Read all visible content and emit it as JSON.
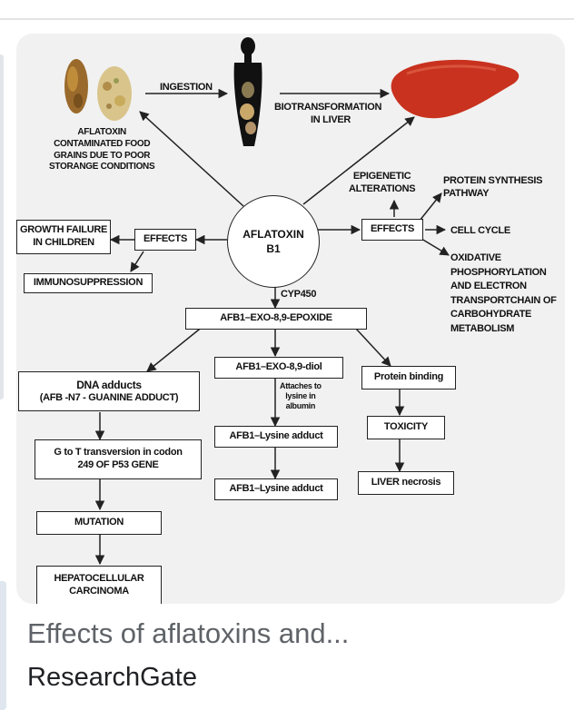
{
  "diagram": {
    "hub": {
      "line1": "AFLATOXIN",
      "line2": "B1"
    },
    "ingestion": "INGESTION",
    "biotransformation": [
      "BIOTRANSFORMATION",
      "IN LIVER"
    ],
    "contaminated_food": [
      "AFLATOXIN",
      "CONTAMINATED FOOD",
      "GRAINS DUE TO POOR",
      "STORANGE CONDITIONS"
    ],
    "epigenetic": [
      "EPIGENETIC",
      "ALTERATIONS"
    ],
    "protein_synthesis": [
      "PROTEIN SYNTHESIS",
      "PATHWAY"
    ],
    "cell_cycle": "CELL CYCLE",
    "oxidative": [
      "OXIDATIVE",
      "PHOSPHORYLATION",
      "AND ELECTRON",
      "TRANSPORTCHAIN OF",
      "CARBOHYDRATE",
      "METABOLISM"
    ],
    "effects_right": "EFFECTS",
    "effects_left": "EFFECTS",
    "growth_failure": [
      "GROWTH FAILURE",
      "IN CHILDREN"
    ],
    "immunosuppression": "IMMUNOSUPPRESSION",
    "cyp450": "CYP450",
    "epoxide": "AFB1–EXO-8,9-EPOXIDE",
    "dna_adducts": [
      "DNA adducts",
      "(AFB -N7 - GUANINE ADDUCT)"
    ],
    "diol": "AFB1–EXO-8,9-diol",
    "attaches": [
      "Attaches to",
      "lysine in",
      "albumin"
    ],
    "lysine_adduct_1": "AFB1–Lysine adduct",
    "lysine_adduct_2": "AFB1–Lysine adduct",
    "protein_binding": "Protein binding",
    "toxicity": "TOXICITY",
    "liver_necrosis": "LIVER necrosis",
    "transversion": [
      "G to T transversion in codon",
      "249 OF P53 GENE"
    ],
    "mutation": "MUTATION",
    "hcc": [
      "HEPATOCELLULAR",
      "CARCINOMA"
    ]
  },
  "caption": {
    "title": "Effects of aflatoxins and...",
    "source": "ResearchGate"
  },
  "colors": {
    "liver": "#c8321e",
    "card_background": "#f1f1f1",
    "caption_title": "#5f6368",
    "caption_source": "#202124"
  }
}
